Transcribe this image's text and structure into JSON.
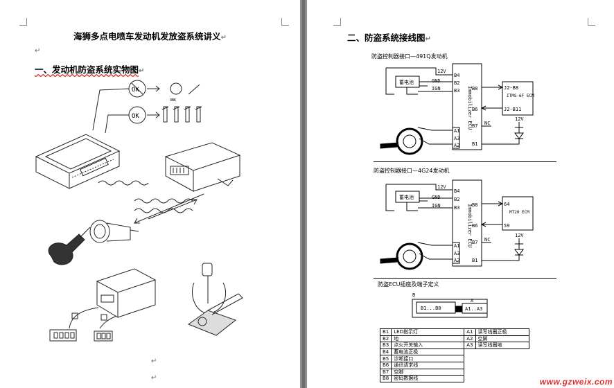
{
  "left_page": {
    "title": "海狮多点电喷车发动机发放盗系统讲义",
    "section1_heading": "一、发动机防盗系统实物图",
    "return_mark": "↵",
    "ok_labels": [
      "OK",
      "OK"
    ],
    "immo_label": "OBK"
  },
  "right_page": {
    "section2_heading": "二、防盗系统接线图",
    "diagram1": {
      "caption": "防盗控制器接口—491Q发动机",
      "battery": "蓄电池",
      "pins_left": [
        "B4",
        "B2",
        "B3"
      ],
      "wires_left": [
        "12V",
        "GND",
        "IGN"
      ],
      "pins_right": [
        "B8",
        "B6",
        "B7",
        "B1"
      ],
      "coil_pins": [
        "A1",
        "A3",
        "A2"
      ],
      "ecu_label": "Immobilizer ECU",
      "ecm_pins": [
        "J2-B8",
        "J2-B11"
      ],
      "ecm_name": "ITMS-6F ECM",
      "nc": "NC",
      "led_supply": "12V"
    },
    "diagram2": {
      "caption": "防盗控制器接口—4G24发动机",
      "battery": "蓄电池",
      "pins_left": [
        "B4",
        "B2",
        "B3"
      ],
      "wires_left": [
        "12V",
        "GND",
        "IGN"
      ],
      "pins_right": [
        "B8",
        "B6",
        "B7",
        "B1"
      ],
      "coil_pins": [
        "A1",
        "A3",
        "A2"
      ],
      "ecu_label": "Immobilizer ECU",
      "ecm_pins": [
        "64",
        "59"
      ],
      "ecm_name": "MT20 ECM",
      "nc": "NC",
      "led_supply": "12V"
    },
    "connector": {
      "caption": "防盗ECU插座及端子定义",
      "label_b": "B",
      "label_a": "A",
      "pins_b": "B1...B8",
      "pins_a": "A1..A3"
    },
    "pin_table": [
      [
        "B1",
        "LED指示灯",
        "A1",
        "读写线圈正极"
      ],
      [
        "B2",
        "地",
        "A2",
        "空脚"
      ],
      [
        "B3",
        "点火开关输入",
        "A3",
        "读写线圈地"
      ],
      [
        "B4",
        "蓄电池正极",
        "",
        ""
      ],
      [
        "B5",
        "诊断接口",
        "",
        ""
      ],
      [
        "B6",
        "通讯请求线",
        "",
        ""
      ],
      [
        "B7",
        "空脚",
        "",
        ""
      ],
      [
        "B8",
        "密码数据线",
        "",
        ""
      ]
    ],
    "watermark": "www.gzweix.com"
  },
  "colors": {
    "background": "#8a8a8a",
    "page": "#ffffff",
    "watermark": "#e03030"
  }
}
